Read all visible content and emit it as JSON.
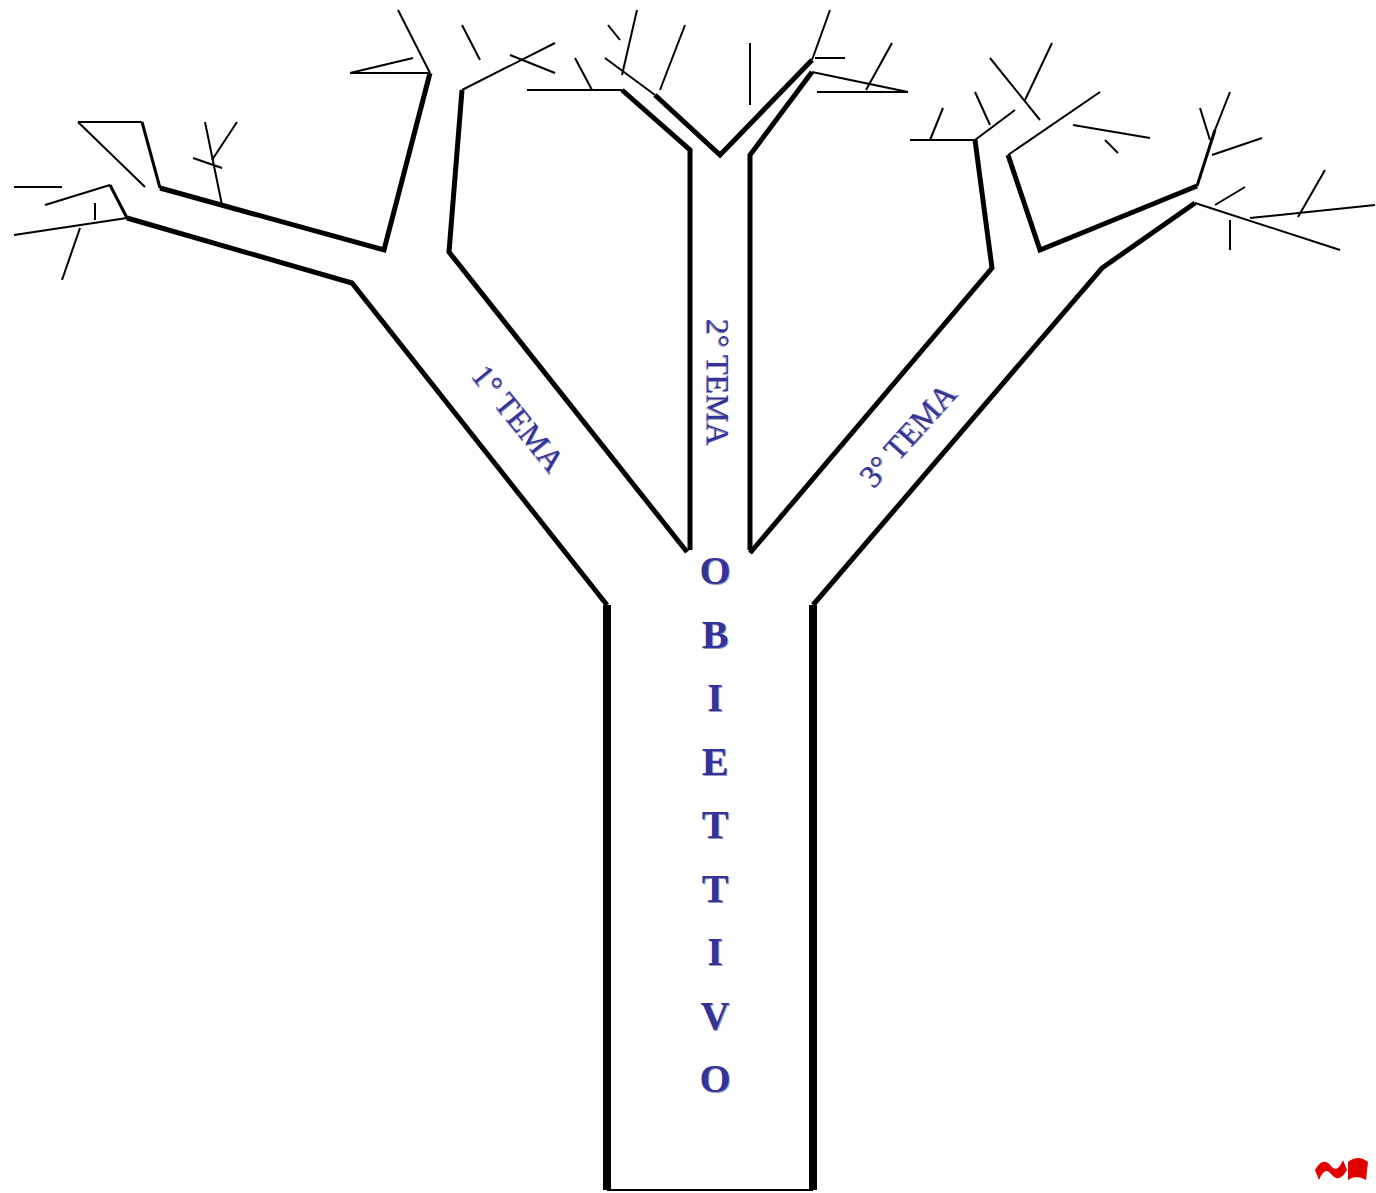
{
  "diagram": {
    "labels": [
      "1° TEMA",
      "2° TEMA",
      "3° TEMA",
      "OBIETTIVO"
    ]
  }
}
